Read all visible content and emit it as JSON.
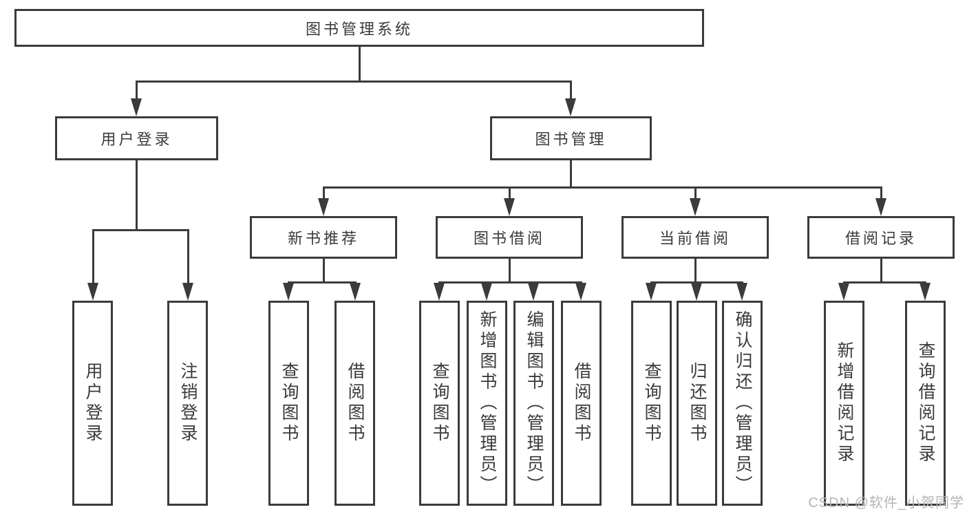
{
  "root": {
    "label": "图书管理系统"
  },
  "level2": {
    "user_login": "用户登录",
    "book_mgmt": "图书管理"
  },
  "level3": {
    "new_books": "新书推荐",
    "borrow": "图书借阅",
    "current": "当前借阅",
    "records": "借阅记录"
  },
  "leaves": {
    "g1": [
      "用户登录",
      "注销登录"
    ],
    "g2": [
      "查询图书",
      "借阅图书"
    ],
    "g3": [
      "查询图书",
      "新增图书（管理员）",
      "编辑图书（管理员）",
      "借阅图书"
    ],
    "g4": [
      "查询图书",
      "归还图书",
      "确认归还（管理员）"
    ],
    "g5": [
      "新增借阅记录",
      "查询借阅记录"
    ]
  },
  "watermark": "CSDN @软件_小贺同学",
  "colors": {
    "line": "#3b3b3b",
    "text": "#3a3a3a",
    "watermark": "#b5b5b5",
    "background": "#ffffff"
  }
}
